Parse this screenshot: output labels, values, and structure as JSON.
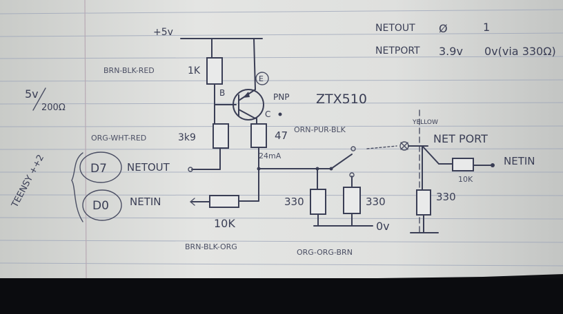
{
  "labels": {
    "supply": "+5v",
    "base": "B",
    "emitter": "E",
    "collector": "C",
    "current": "24mA",
    "ground": "0v",
    "netout": "NETOUT",
    "netin": "NETIN",
    "netport": "NET PORT",
    "netin_out": "NETIN",
    "yellow": "YELLOW",
    "port_colors": "ORN-PUR-BLK",
    "teensy": "TEENSY ++2",
    "note_num": "5v",
    "note_den": "200Ω"
  },
  "components": {
    "r1": {
      "value": "1K",
      "colors": "BRN-BLK-RED"
    },
    "r2": {
      "value": "3k9",
      "colors": "ORG-WHT-RED"
    },
    "r3": {
      "value": "47"
    },
    "r4": {
      "value": "10K",
      "colors": "BRN-BLK-ORG"
    },
    "r5": {
      "value": "330",
      "colors": "ORG-ORG-BRN"
    },
    "r6": {
      "value": "330"
    },
    "r7": {
      "value": "330"
    },
    "r8": {
      "value": "10K"
    },
    "q1": {
      "type": "PNP",
      "part": "ZTX510"
    }
  },
  "pins": {
    "d7": "D7",
    "d0": "D0"
  },
  "table": {
    "row1_label": "NETOUT",
    "row1_v0": "Ø",
    "row1_v1": "1",
    "row2_label": "NETPORT",
    "row2_v0": "3.9v",
    "row2_v1": "0v(via 330Ω)"
  },
  "colors": {
    "ink": "#3a3e55",
    "paper": "#e4e5e3",
    "rule": "#9aa3b8",
    "margin": "#b7a9b3"
  }
}
